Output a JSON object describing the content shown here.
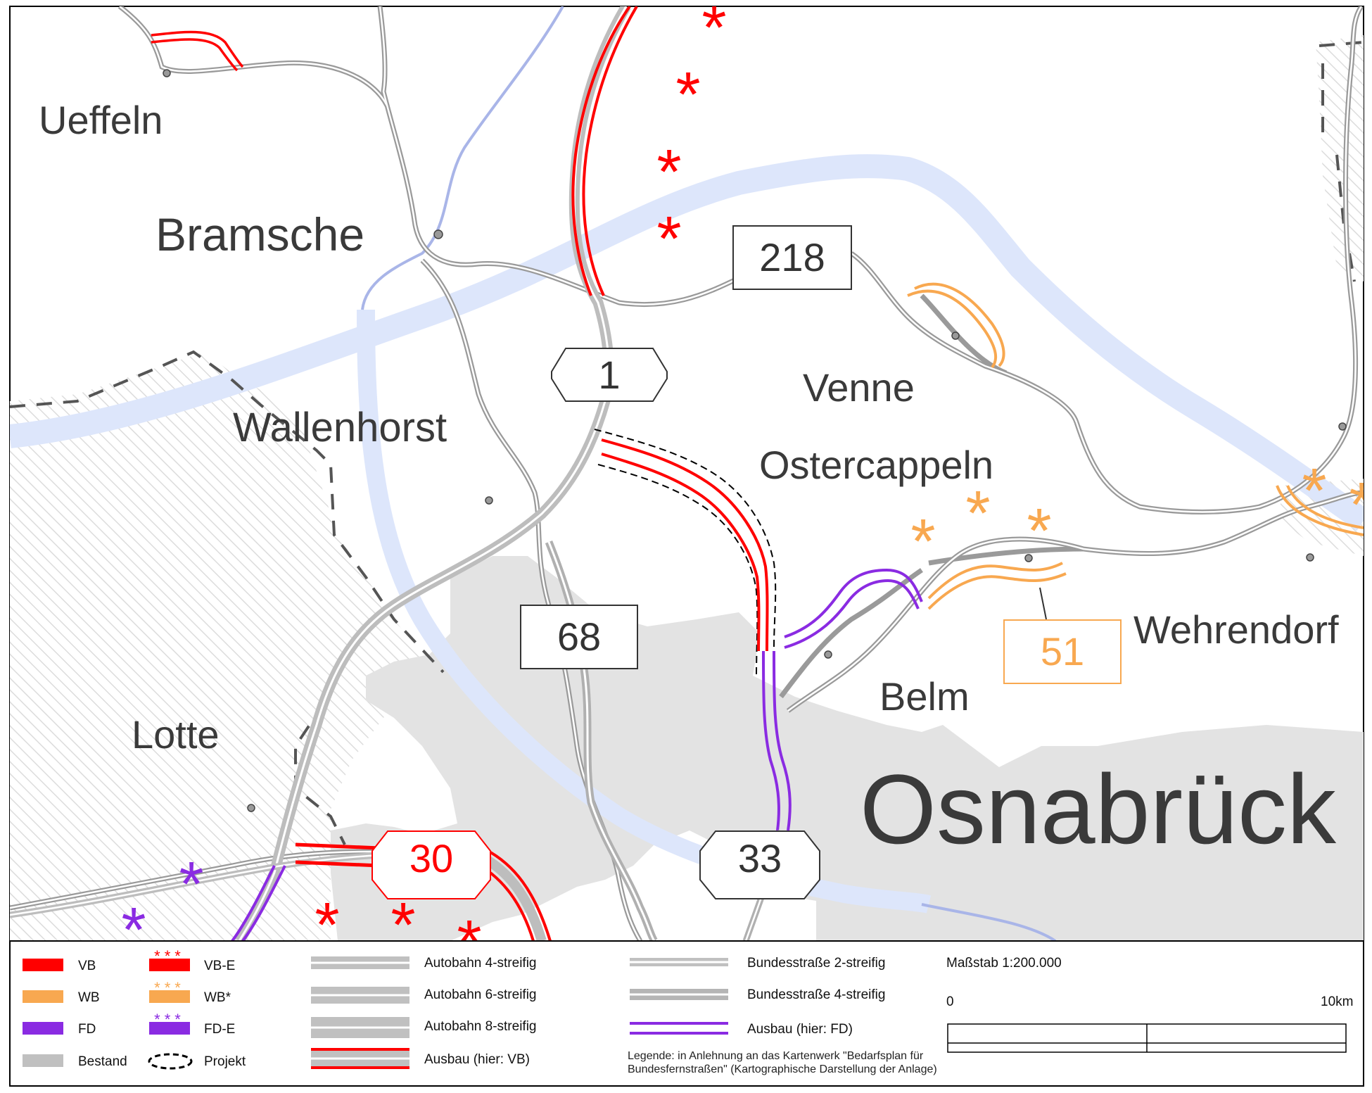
{
  "places": {
    "ueffeln": "Ueffeln",
    "bramsche": "Bramsche",
    "wallenhorst": "Wallenhorst",
    "venne": "Venne",
    "ostercappeln": "Ostercappeln",
    "wehrendorf": "Wehrendorf",
    "belm": "Belm",
    "lotte": "Lotte",
    "osnabrueck": "Osnabrück"
  },
  "shields": {
    "a1": "1",
    "a30": "30",
    "a33": "33",
    "b218": "218",
    "b68": "68",
    "b51": "51"
  },
  "legend": {
    "vb": "VB",
    "wb": "WB",
    "fd": "FD",
    "bestand": "Bestand",
    "vb_e": "VB-E",
    "wb_star": "WB*",
    "fd_e": "FD-E",
    "projekt": "Projekt",
    "autobahn4": "Autobahn 4-streifig",
    "autobahn6": "Autobahn 6-streifig",
    "autobahn8": "Autobahn 8-streifig",
    "ausbau_vb": "Ausbau (hier: VB)",
    "bundes2": "Bundesstraße 2-streifig",
    "bundes4": "Bundesstraße 4-streifig",
    "ausbau_fd": "Ausbau (hier: FD)",
    "scale_title": "Maßstab 1:200.000",
    "scale_zero": "0",
    "scale_end": "10km",
    "note_line1": "Legende: in Anlehnung an das Kartenwerk \"Bedarfsplan für",
    "note_line2": "Bundesfernstraßen\" (Kartographische Darstellung der Anlage)"
  },
  "colors": {
    "vb": "#ff0000",
    "wb": "#f8a850",
    "fd": "#8a2be2",
    "bestand": "#c0c0c0",
    "water": "#dde6fb",
    "urban": "#e3e3e3",
    "road_gray": "#9a9a9a"
  }
}
